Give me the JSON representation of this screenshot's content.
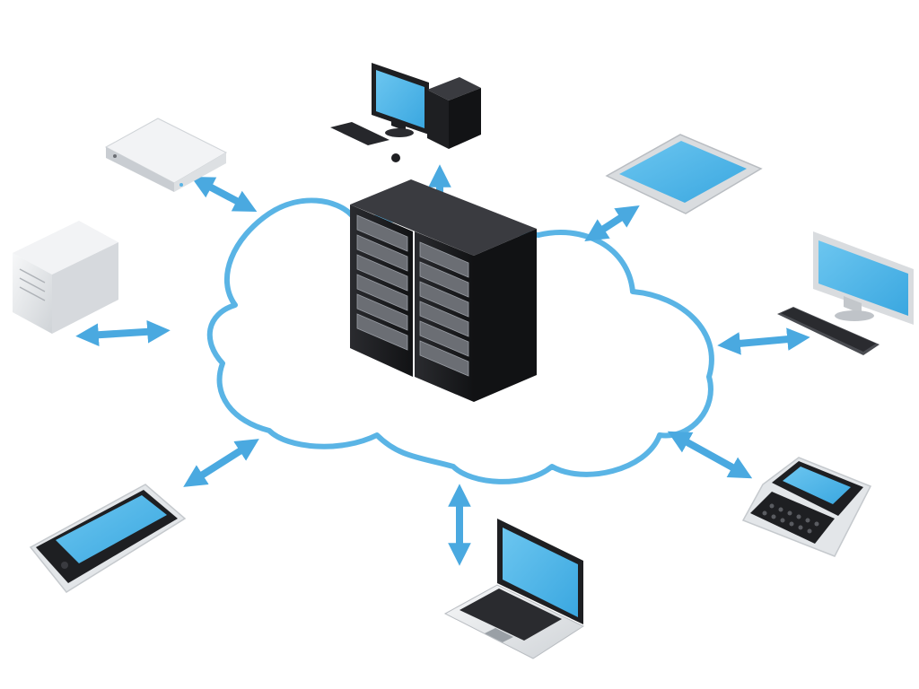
{
  "colors": {
    "cloud_outline": "#5ab4e5",
    "arrow": "#4aa9e0",
    "screen": "#4fb7ea",
    "server_dark": "#1d1e21",
    "device_light": "#e9ebed",
    "device_dark": "#1e1f22"
  },
  "diagram": {
    "center_node": {
      "icon": "server-rack-icon"
    },
    "nodes": [
      {
        "icon": "desktop-tower-icon"
      },
      {
        "icon": "tablet-icon"
      },
      {
        "icon": "monitor-keyboard-icon"
      },
      {
        "icon": "smartphone-keyboard-icon"
      },
      {
        "icon": "laptop-icon"
      },
      {
        "icon": "smartphone-icon"
      },
      {
        "icon": "tower-server-icon"
      },
      {
        "icon": "network-appliance-icon"
      }
    ],
    "connections": [
      {
        "from": "cloud",
        "to": "desktop-tower-icon",
        "direction": "one-way"
      },
      {
        "from": "cloud",
        "to": "tablet-icon",
        "direction": "two-way"
      },
      {
        "from": "cloud",
        "to": "monitor-keyboard-icon",
        "direction": "two-way"
      },
      {
        "from": "cloud",
        "to": "smartphone-keyboard-icon",
        "direction": "two-way"
      },
      {
        "from": "cloud",
        "to": "laptop-icon",
        "direction": "two-way"
      },
      {
        "from": "cloud",
        "to": "smartphone-icon",
        "direction": "two-way"
      },
      {
        "from": "cloud",
        "to": "tower-server-icon",
        "direction": "two-way"
      },
      {
        "from": "cloud",
        "to": "network-appliance-icon",
        "direction": "two-way"
      }
    ]
  }
}
